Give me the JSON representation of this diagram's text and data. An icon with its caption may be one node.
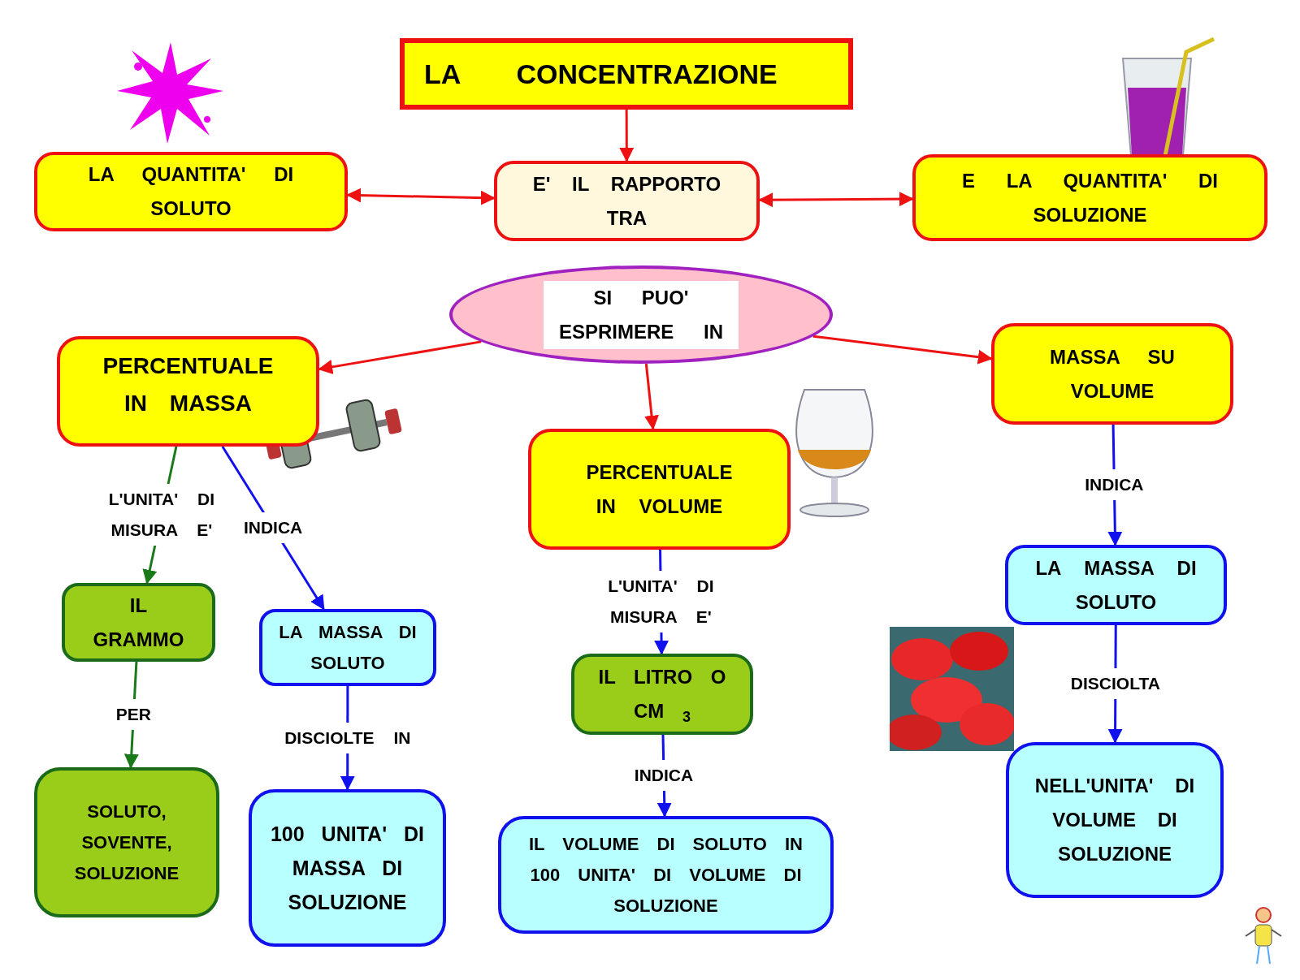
{
  "diagram": {
    "nodes": [
      {
        "text": [
          "LA CONCENTRAZIONE"
        ]
      },
      {
        "text": [
          "LA QUANTITA' DI SOLUTO"
        ]
      },
      {
        "text": [
          "E' IL RAPPORTO TRA"
        ]
      },
      {
        "text": [
          "E LA QUANTITA' DI SOLUZIONE"
        ]
      },
      {
        "text": [
          "SI PUO' ESPRIMERE IN"
        ]
      },
      {
        "text": [
          "PERCENTUALE IN MASSA"
        ]
      },
      {
        "text": [
          "PERCENTUALE IN VOLUME"
        ]
      },
      {
        "text": [
          "MASSA SU VOLUME"
        ]
      },
      {
        "text": [
          "IL GRAMMO"
        ]
      },
      {
        "text": [
          "LA MASSA DI SOLUTO"
        ]
      },
      {
        "text": [
          "SOLUTO, SOVENTE, SOLUZIONE"
        ]
      },
      {
        "text": [
          "100 UNITA' DI MASSA DI SOLUZIONE"
        ]
      },
      {
        "text": [
          "IL LITRO O CM $_{3}$"
        ]
      },
      {
        "text": [
          "IL VOLUME DI SOLUTO IN 100 UNITA' DI VOLUME DI SOLUZIONE"
        ]
      },
      {
        "text": [
          "LA MASSA DI SOLUTO"
        ]
      },
      {
        "text": [
          "NELL'UNITA' DI VOLUME DI SOLUZIONE"
        ]
      }
    ],
    "edges": [
      {
        "from": 0,
        "to": 2,
        "arrow": "to",
        "color": "#ee1111"
      },
      {
        "from": 2,
        "to": 1,
        "arrow": "both",
        "color": "#ee1111"
      },
      {
        "from": 2,
        "to": 3,
        "arrow": "both",
        "color": "#ee1111"
      },
      {
        "from": 4,
        "to": 5,
        "arrow": "to",
        "color": "#ee1111"
      },
      {
        "from": 4,
        "to": 6,
        "arrow": "to",
        "color": "#ee1111"
      },
      {
        "from": 4,
        "to": 7,
        "arrow": "to",
        "color": "#ee1111"
      },
      {
        "from": 5,
        "to": 8,
        "arrow": "to",
        "label": "L'UNITA' DI MISURA E'",
        "color": "#1a7a1a"
      },
      {
        "from": 5,
        "to": 9,
        "arrow": "to",
        "label": "INDICA",
        "color": "#1111ee"
      },
      {
        "from": 8,
        "to": 10,
        "arrow": "to",
        "label": "PER",
        "color": "#1a7a1a"
      },
      {
        "from": 9,
        "to": 11,
        "arrow": "to",
        "label": "DISCIOLTE IN",
        "color": "#1111ee"
      },
      {
        "from": 6,
        "to": 12,
        "arrow": "to",
        "label": "L'UNITA' DI MISURA E'",
        "color": "#1111ee"
      },
      {
        "from": 12,
        "to": 13,
        "arrow": "to",
        "label": "INDICA",
        "color": "#1111ee"
      },
      {
        "from": 7,
        "to": 14,
        "arrow": "to",
        "label": "INDICA",
        "color": "#1111ee"
      },
      {
        "from": 14,
        "to": 15,
        "arrow": "to",
        "label": "DISCIOLTA",
        "color": "#1111ee"
      }
    ]
  }
}
